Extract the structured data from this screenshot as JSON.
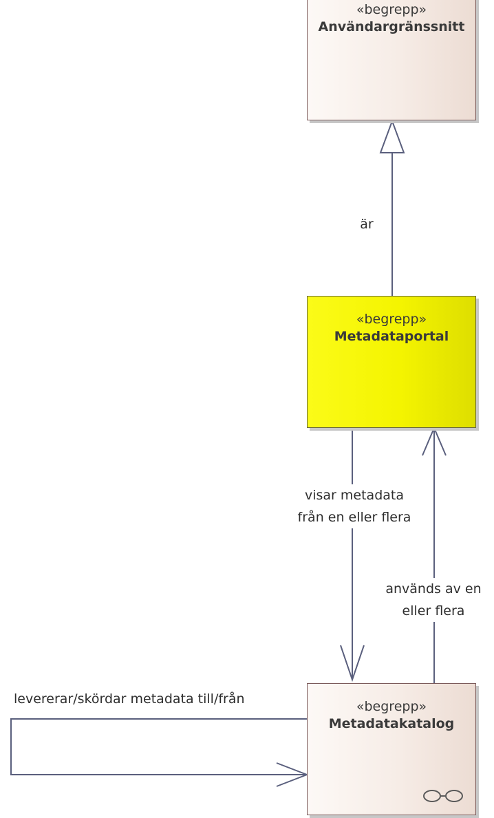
{
  "nodes": {
    "anvandargranssnitt": {
      "stereotype": "«begrepp»",
      "name": "Användargränssnitt"
    },
    "metadataportal": {
      "stereotype": "«begrepp»",
      "name": "Metadataportal"
    },
    "metadatakatalog": {
      "stereotype": "«begrepp»",
      "name": "Metadatakatalog"
    }
  },
  "edges": {
    "ar": {
      "label": "är"
    },
    "visar": {
      "label": "visar metadata\nfrån en eller flera"
    },
    "anvands": {
      "label": "används av en\neller flera"
    },
    "levererar": {
      "label": "levererar/skördar metadata till/från"
    }
  },
  "colors": {
    "line": "#5a5f7d",
    "concept_fill": "#f6ece6",
    "highlight_fill": "#f4f400"
  }
}
